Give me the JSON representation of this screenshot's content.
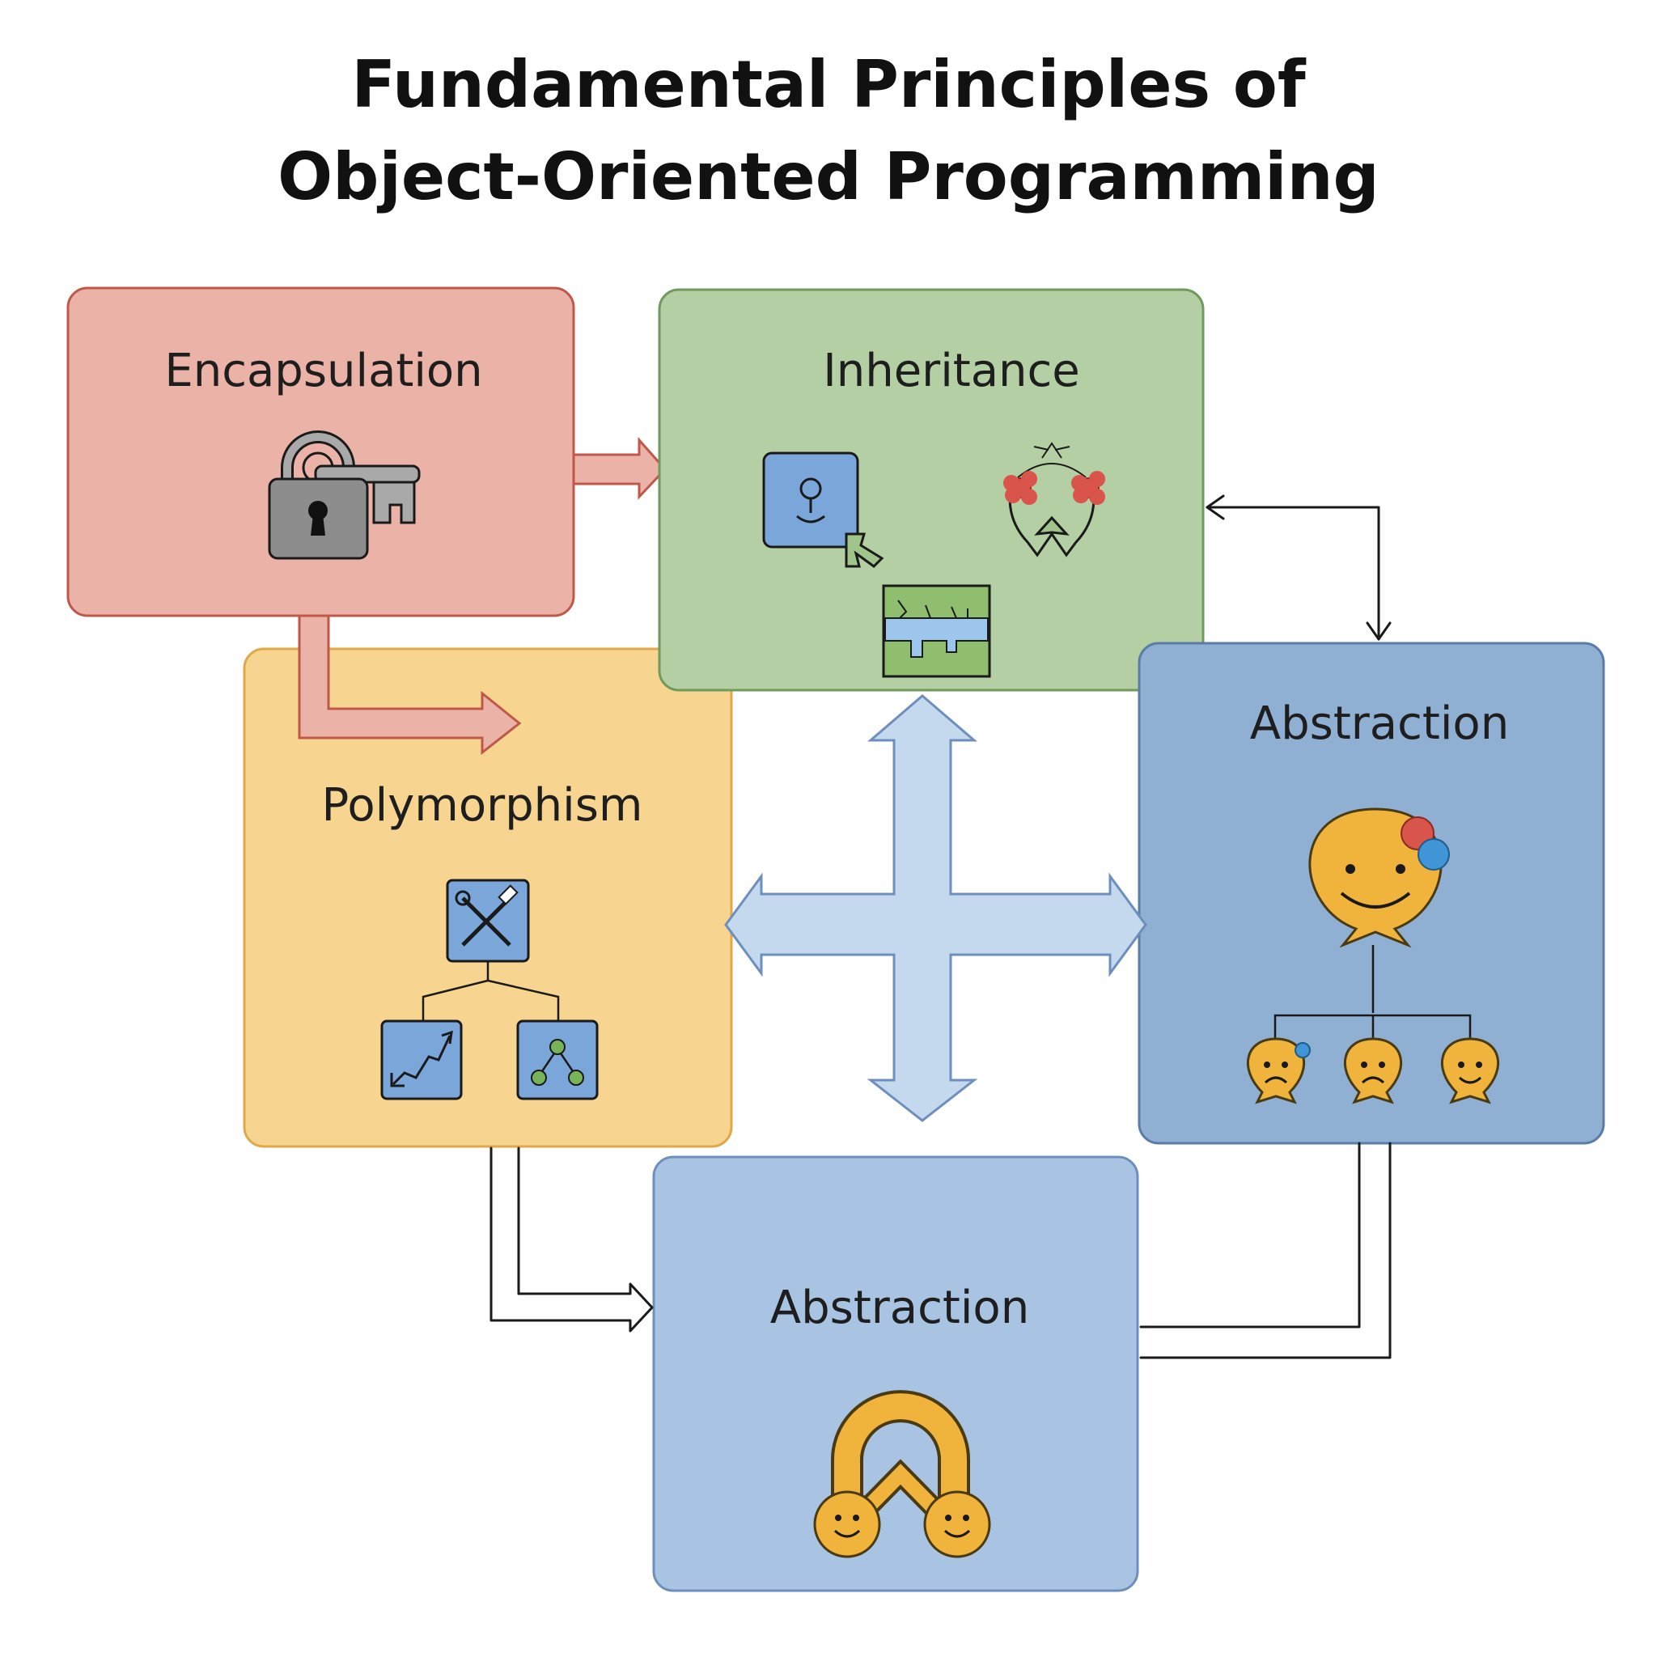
{
  "title": {
    "line1": "Fundamental Principles of",
    "line2": "Object-Oriented Programming"
  },
  "boxes": {
    "encapsulation": {
      "label": "Encapsulation",
      "fill": "#ebb3a7",
      "stroke": "#c0584a",
      "icon": "padlock-with-key-icon"
    },
    "inheritance": {
      "label": "Inheritance",
      "fill": "#b5cfa4",
      "stroke": "#6e9a5c",
      "icon": "parent-child-class-icons"
    },
    "polymorphism": {
      "label": "Polymorphism",
      "fill": "#f7d590",
      "stroke": "#e0a848",
      "icon": "tools-hierarchy-icon"
    },
    "abstraction_right": {
      "label": "Abstraction",
      "fill": "#8fafd3",
      "stroke": "#5a7ca6",
      "icon": "smiley-hierarchy-icon"
    },
    "abstraction_bottom": {
      "label": "Abstraction",
      "fill": "#a9c4e2",
      "stroke": "#6d8fbd",
      "icon": "connected-smileys-icon"
    }
  },
  "colors": {
    "red_arrow_fill": "#ebb3a7",
    "red_arrow_stroke": "#c0584a",
    "cross_arrow_fill": "#c5d9ee",
    "cross_arrow_stroke": "#6d8fbd",
    "face_fill": "#f0b43c",
    "face_stroke": "#4a3a10",
    "icon_blue": "#7aa6d9"
  }
}
